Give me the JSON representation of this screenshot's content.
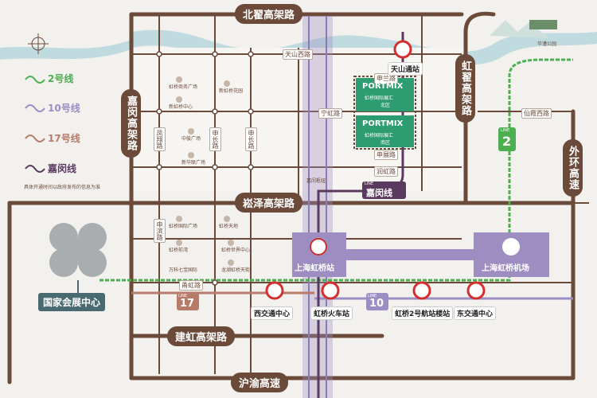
{
  "highways": {
    "north": "北翟高架路",
    "middle": "崧泽高架路",
    "south_elev": "建虹高架路",
    "south": "沪渝高速",
    "west": "嘉闵高架路",
    "east_inner": "虹翟高架路",
    "east_outer": "外环高速"
  },
  "roads": {
    "tianshan_west": "天山西路",
    "ningkuo": "宁虹路",
    "xianxia_west": "仙霞西路",
    "fenghuang": "凤翔路",
    "shenchang_1": "申长路",
    "shenchang_2": "申长路",
    "shenbin": "申滨路",
    "shenlan": "申兰路",
    "runhong": "润虹路",
    "shenzhan": "申展路",
    "nanhong": "甬虹路"
  },
  "portmix": {
    "brand": "PORTMIX",
    "north_name": "虹桥国际展汇",
    "north_zone": "北区",
    "south_name": "虹桥国际展汇",
    "south_zone": "南区"
  },
  "legend": {
    "line2": "2号线",
    "line10": "10号线",
    "line17": "17号线",
    "jiamin": "嘉闵线",
    "note": "具体开通时间以政府发布的信息为准"
  },
  "badges": {
    "line2_tag": "LINE",
    "line2_num": "2",
    "line10_tag": "LINE",
    "line10_num": "10",
    "line17_tag": "LINE",
    "line17_num": "17",
    "jiamin_tag": "LINE",
    "jiamin_name": "嘉闵线"
  },
  "stations": {
    "tianshan": "天山通站",
    "west_hub": "西交通中心",
    "hongqiao_railway": "虹桥火车站",
    "terminal2": "虹桥2号航站楼站",
    "east_hub": "东交通中心",
    "railway_big": "上海虹桥站",
    "airport": "上海虹桥机场",
    "expo": "国家会展中心"
  },
  "landmarks": {
    "park": "华漕公园",
    "n1": "虹桥商务广场",
    "n2": "新虹桥中心",
    "n3": "新虹桥花园",
    "n4": "中骏广场",
    "n5": "新华联广场",
    "n6": "嘉闵枢纽",
    "s1": "虹桥国际广场",
    "s2": "虹桥天地",
    "s3": "虹桥前湾",
    "s4": "虹桥世界中心",
    "s5": "龙湖虹桥天街",
    "s6": "万科七宝国际"
  },
  "colors": {
    "highway": "#6b4a3a",
    "line2": "#4caf50",
    "line10": "#9b8ec4",
    "line17": "#b77b6a",
    "jiamin": "#5a3a5e",
    "portmix": "#2d9c70",
    "water": "#b9d8dd",
    "hub": "#9d8dc0"
  }
}
